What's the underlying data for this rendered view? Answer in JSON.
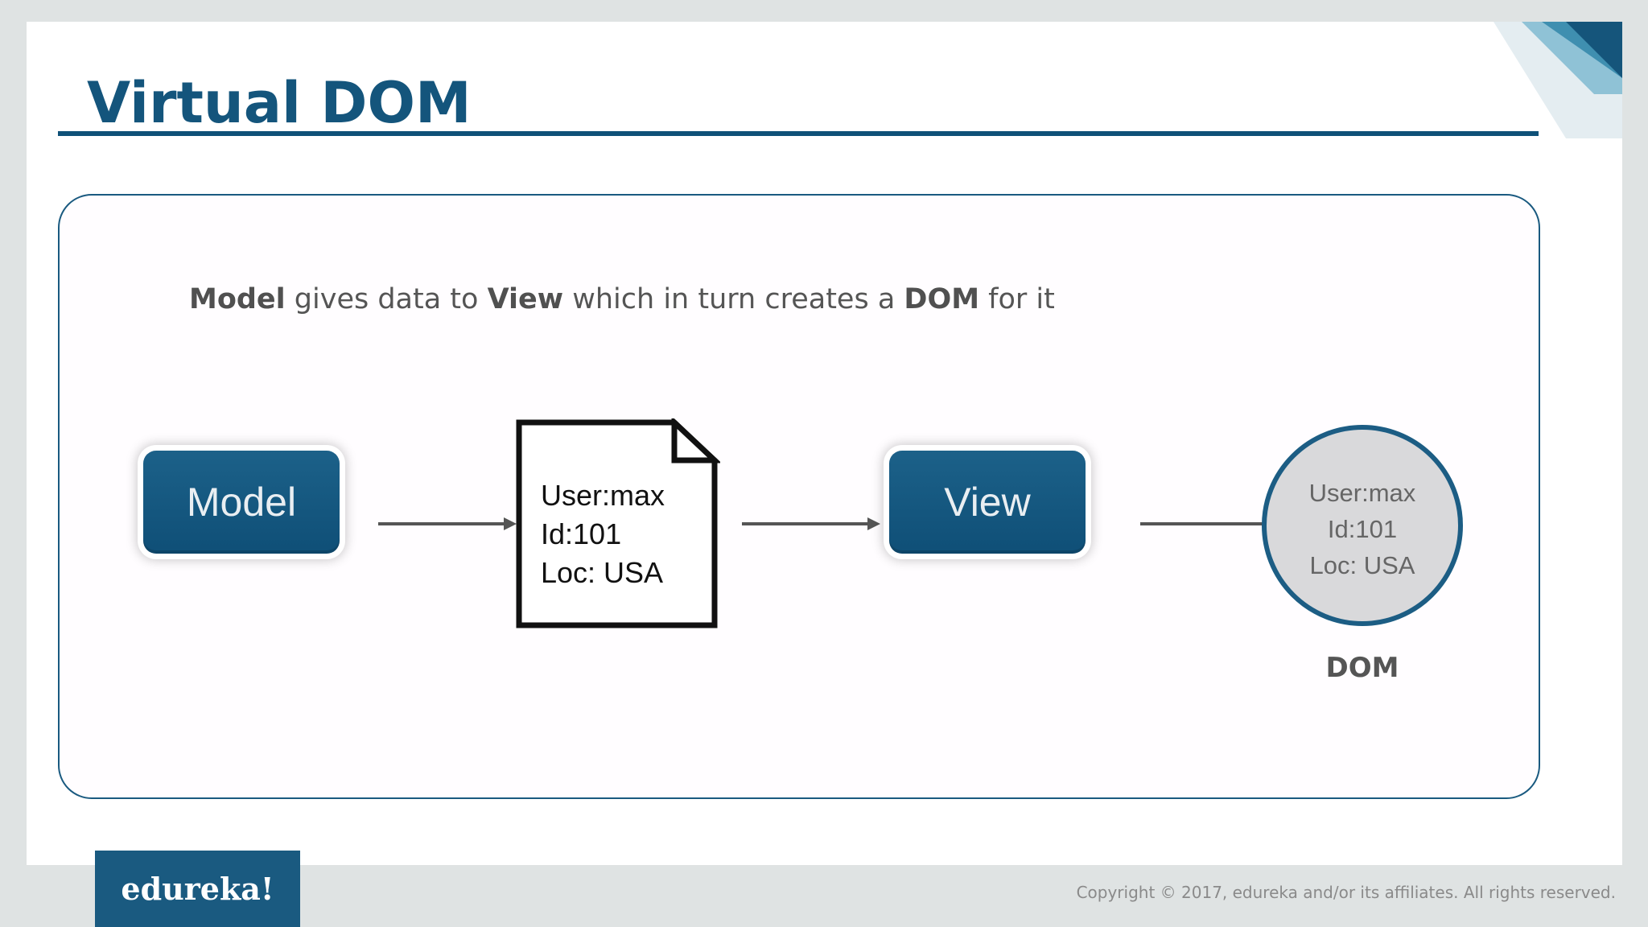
{
  "slide": {
    "title": "Virtual DOM",
    "caption": {
      "w1": "Model",
      "t1": " gives data to ",
      "w2": "View",
      "t2": " which in turn creates a ",
      "w3": "DOM",
      "t3": " for it"
    }
  },
  "diagram": {
    "model_label": "Model",
    "view_label": "View",
    "document": {
      "line1": "User:max",
      "line2": "Id:101",
      "line3": "Loc: USA"
    },
    "dom_node": {
      "line1": "User:max",
      "line2": "Id:101",
      "line3": "Loc: USA",
      "label": "DOM"
    }
  },
  "footer": {
    "brand": "edureka!",
    "copyright": "Copyright © 2017, edureka and/or its affiliates. All rights reserved."
  },
  "colors": {
    "accent": "#14557c",
    "box_fill": "#0f4f77",
    "circle_fill": "#d9d9db"
  }
}
